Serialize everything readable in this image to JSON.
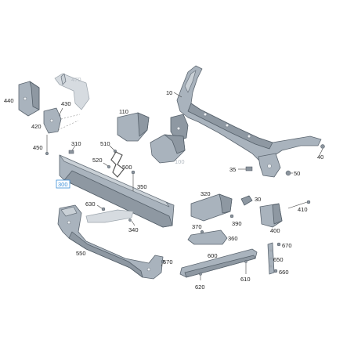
{
  "labels": {
    "p10": "10",
    "p30": "30",
    "p35": "35",
    "p40": "40",
    "p50": "50",
    "p100": "100",
    "p110": "110",
    "p300": "300",
    "p310": "310",
    "p320": "320",
    "p340": "340",
    "p350": "350",
    "p360": "360",
    "p370": "370",
    "p390": "390",
    "p400": "400",
    "p410": "410",
    "p420": "420",
    "p430": "430",
    "p440": "440",
    "p450": "450",
    "p470": "470",
    "p500": "500",
    "p510": "510",
    "p520": "520",
    "p550": "550",
    "p570": "570",
    "p600": "600",
    "p610": "610",
    "p620": "620",
    "p630": "630",
    "p650": "650",
    "p660": "660",
    "p670": "670"
  },
  "colors": {
    "part": "#a9b3bd",
    "outline": "#5c6670",
    "highlight": "#3a8ed8",
    "faded": "#b5bcc3"
  }
}
